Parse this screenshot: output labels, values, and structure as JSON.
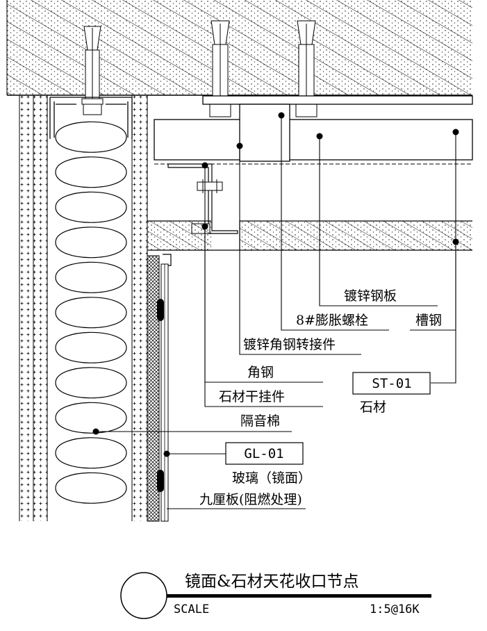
{
  "title": "镜面&石材天花收口节点",
  "scale_label": "SCALE",
  "scale_value": "1:5@16K",
  "labels": {
    "galvanized_plate": "镀锌钢板",
    "expansion_bolt": "8#膨胀螺栓",
    "channel_steel": "槽钢",
    "angle_connector": "镀锌角钢转接件",
    "angle_steel": "角钢",
    "stone_hanger": "石材干挂件",
    "soundproof_wool": "隔音棉",
    "glass_mirror": "玻璃（镜面）",
    "plywood": "九厘板(阻燃处理)",
    "stone": "石材"
  },
  "tags": {
    "stone_code": "ST-01",
    "glass_code": "GL-01"
  }
}
